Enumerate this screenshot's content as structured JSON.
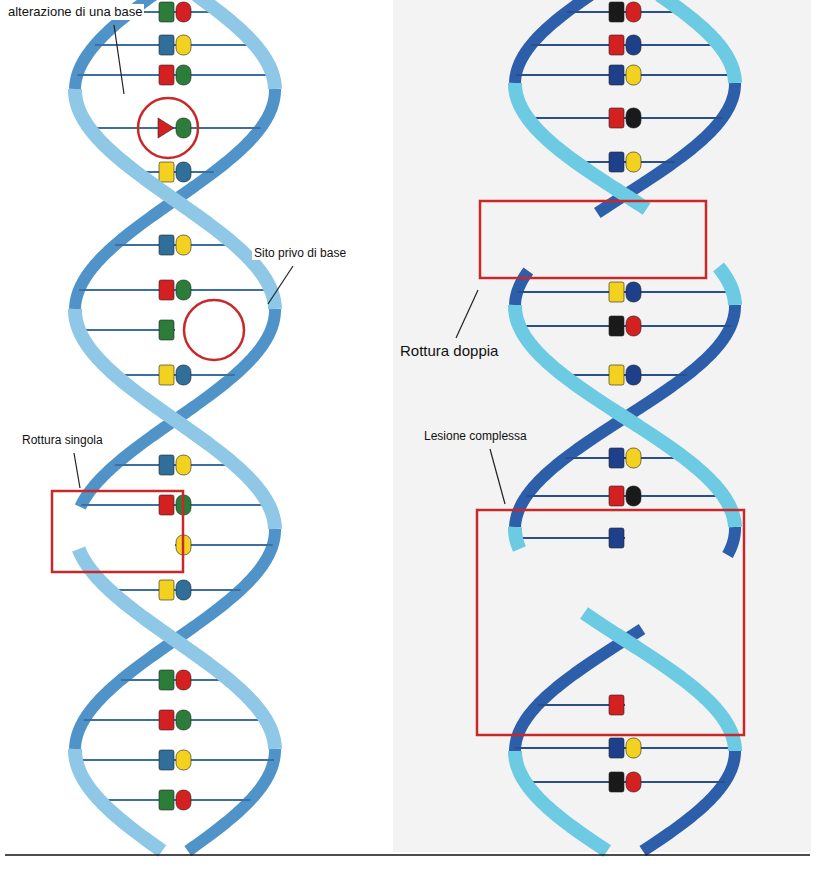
{
  "diagram": {
    "labels": [
      "alterazione di una base",
      "Sito privo di base",
      "Rottura singola",
      "Rottura doppia",
      "Lesione complessa"
    ]
  }
}
